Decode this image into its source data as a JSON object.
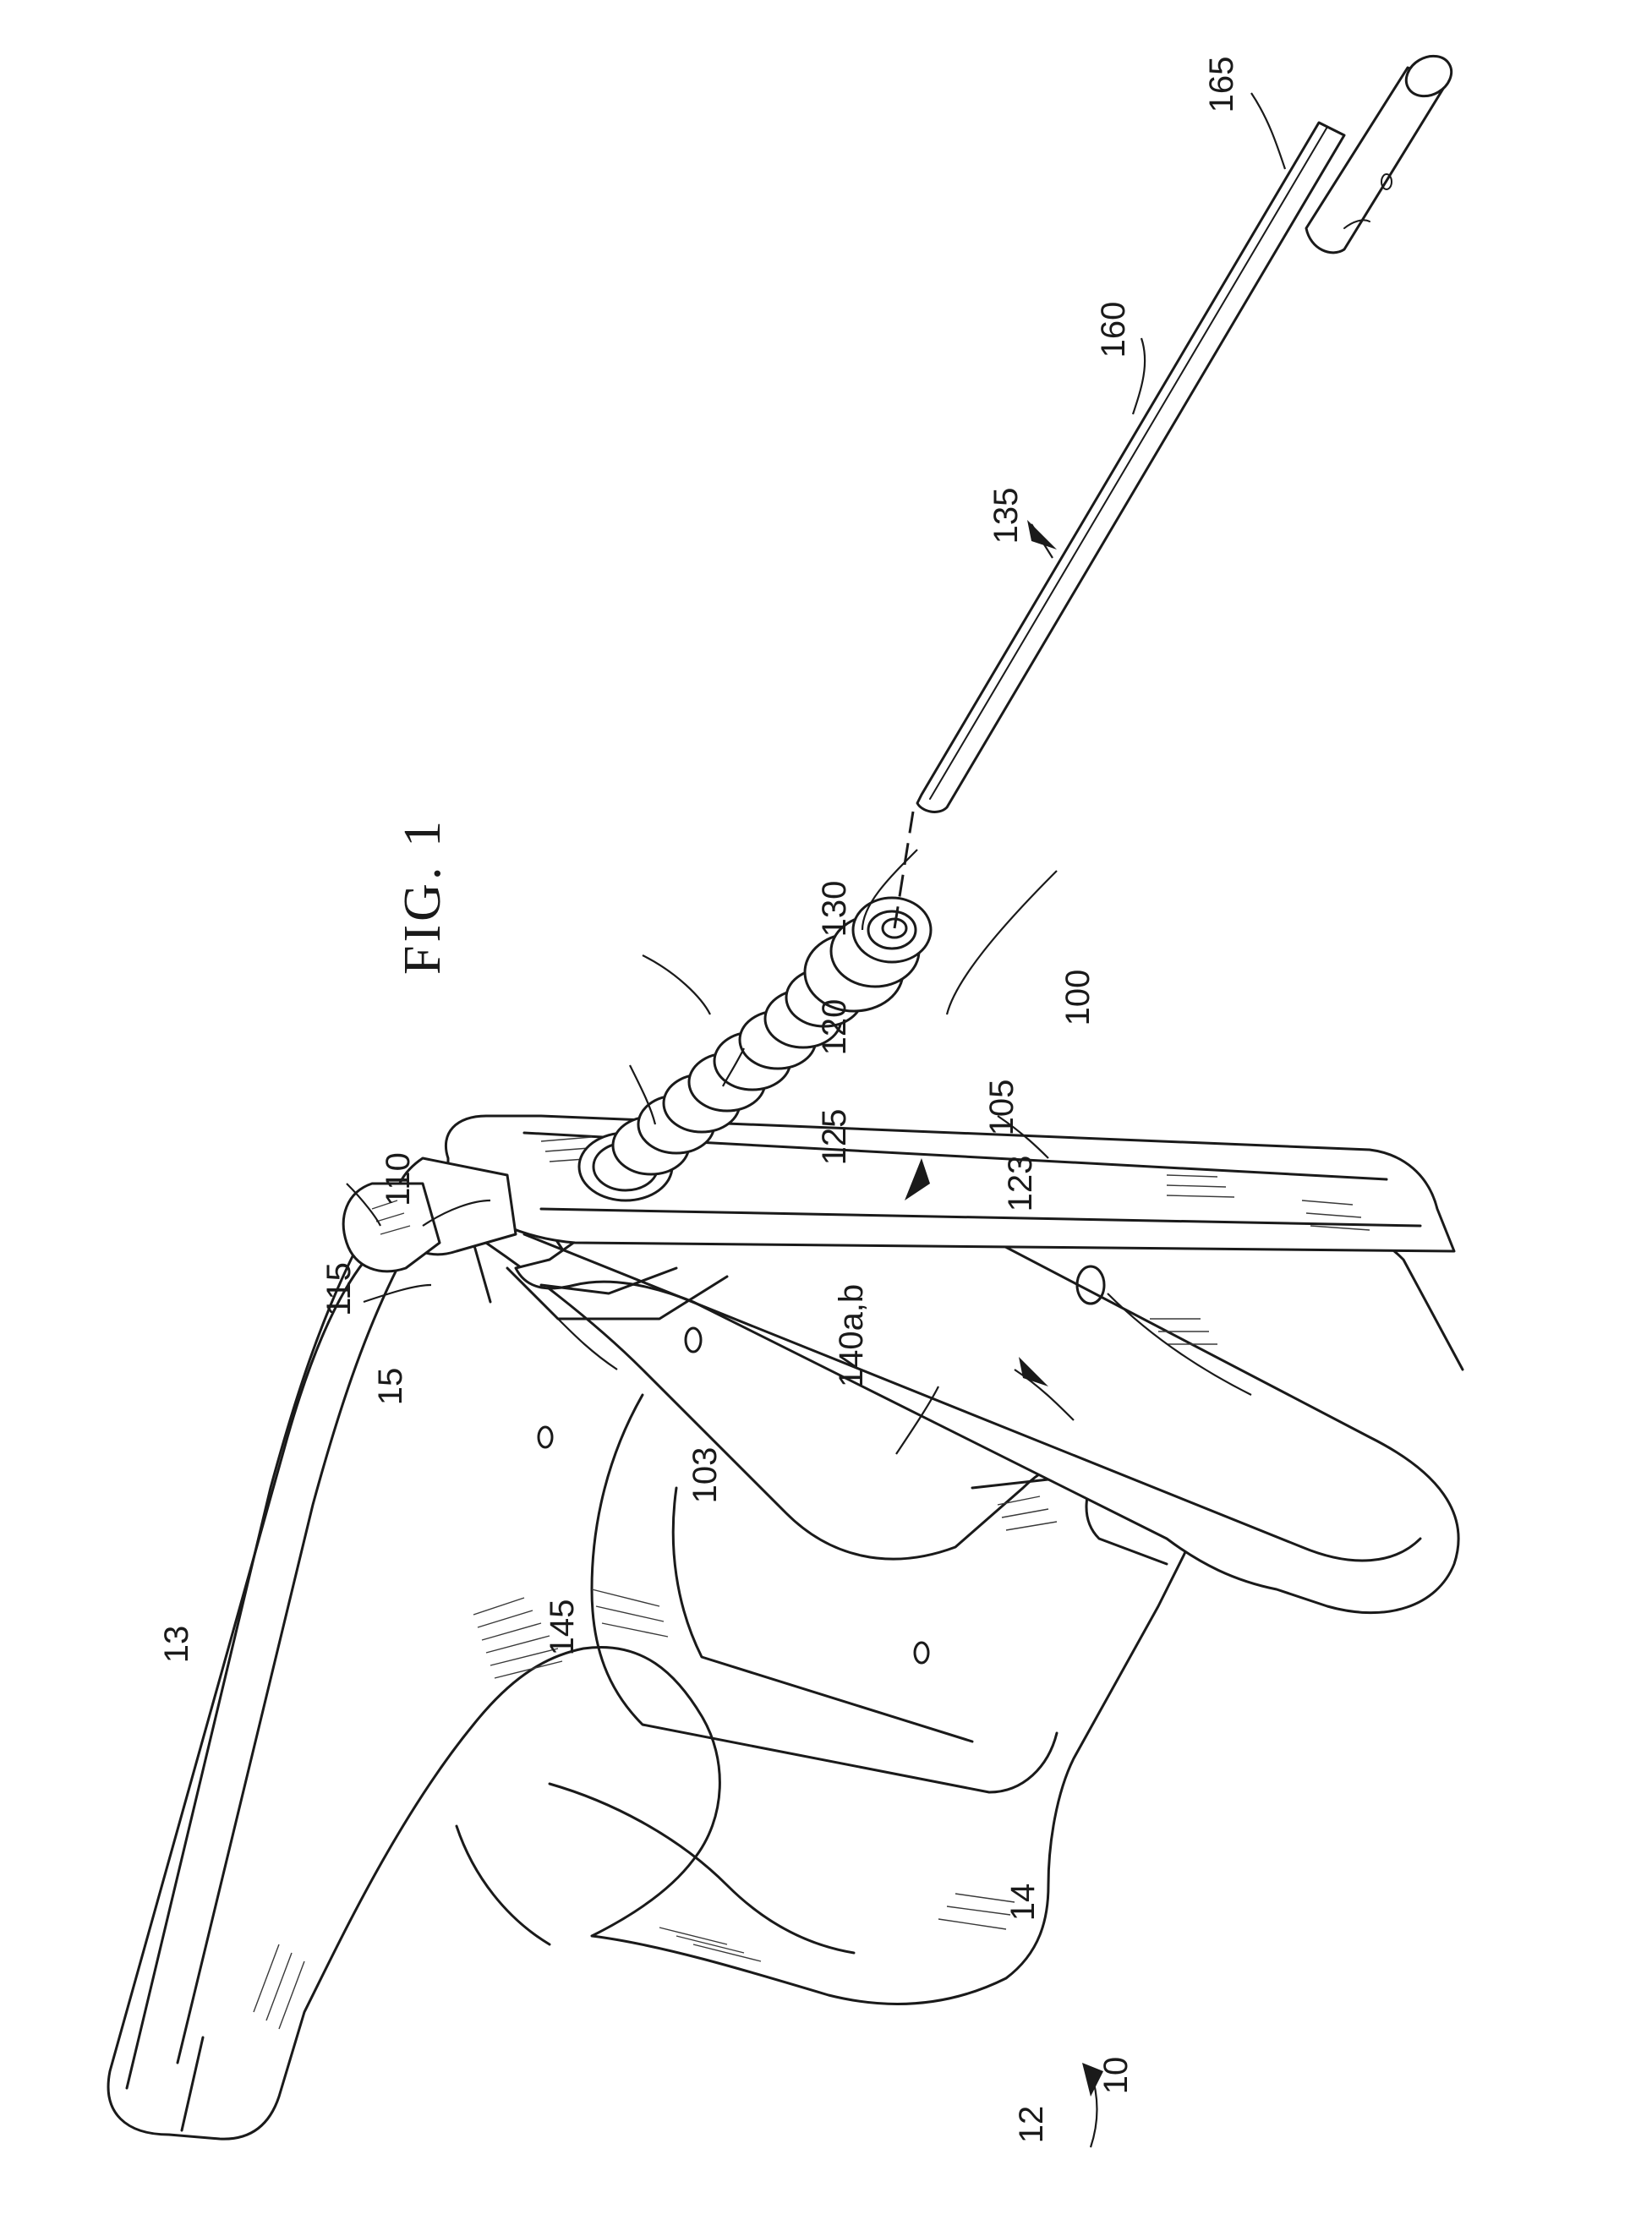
{
  "figure": {
    "title": "FIG. 1"
  },
  "reference_numerals": {
    "device": "10",
    "handle": "12",
    "handle_top": "13",
    "grip": "14",
    "trigger_pivot": "15",
    "clip": "100",
    "clip_recess": "103",
    "clip_arm": "105",
    "clip_tip": "110",
    "tab": "115",
    "spring": "120",
    "collar": "123",
    "spring_base": "125",
    "knob": "130",
    "rod_assembly": "135",
    "holes": "140a,b",
    "pivot_hole": "145",
    "rod": "160",
    "rod_end": "165"
  }
}
